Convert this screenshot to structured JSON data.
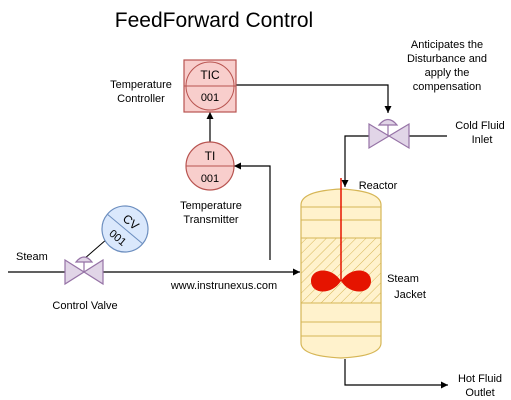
{
  "title": "FeedForward Control",
  "tic": {
    "tag": "TIC",
    "number": "001",
    "label_line1": "Temperature",
    "label_line2": "Controller"
  },
  "ti": {
    "tag": "TI",
    "number": "001",
    "label_line1": "Temperature",
    "label_line2": "Transmitter"
  },
  "cv": {
    "tag": "CV",
    "number": "001"
  },
  "control_valve_label": "Control Valve",
  "steam_label": "Steam",
  "watermark": "www.instrunexus.com",
  "reactor_label": "Reactor",
  "jacket_label_line1": "Steam",
  "jacket_label_line2": "Jacket",
  "annotation_lines": [
    "Anticipates the",
    "Disturbance and",
    "apply the",
    "compensation"
  ],
  "cold_fluid_line1": "Cold Fluid",
  "cold_fluid_line2": "Inlet",
  "hot_fluid_line1": "Hot Fluid",
  "hot_fluid_line2": "Outlet",
  "colors": {
    "instrument_fill": "#f8cecc",
    "instrument_stroke": "#b85450",
    "valve_fill": "#e1d5e7",
    "valve_stroke": "#9673a6",
    "cv_fill": "#dae8fc",
    "cv_stroke": "#6c8ebf",
    "vessel_fill": "#fff2cc",
    "vessel_stroke": "#d6b656",
    "agitator": "#e51400"
  }
}
